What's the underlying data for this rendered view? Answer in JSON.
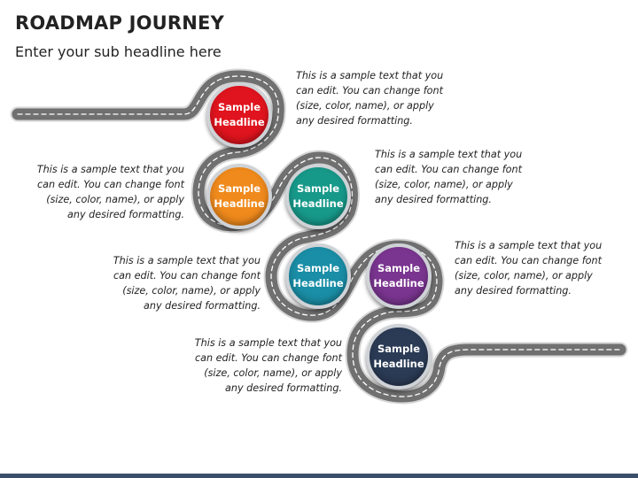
{
  "title": "ROADMAP JOURNEY",
  "subtitle": "Enter your sub headline here",
  "nodes": [
    {
      "label": "Sample Headline",
      "color": "#e0141e"
    },
    {
      "label": "Sample Headline",
      "color": "#f08a1c"
    },
    {
      "label": "Sample Headline",
      "color": "#17998a"
    },
    {
      "label": "Sample Headline",
      "color": "#1a8ea6"
    },
    {
      "label": "Sample Headline",
      "color": "#7a3590"
    },
    {
      "label": "Sample Headline",
      "color": "#2b3b55"
    }
  ],
  "texts": [
    "This is a sample text that you can edit. You can change font (size, color, name), or apply any desired formatting.",
    "This is a sample text that you can edit. You can change font (size, color, name), or apply any desired formatting.",
    "This is a sample text that you can edit. You can change font (size, color, name), or apply any desired formatting.",
    "This is a sample text that you can edit. You can change font (size, color, name), or apply any desired formatting.",
    "This is a sample text that you can edit. You can change font (size, color, name), or apply any desired formatting.",
    "This is a sample text that you can edit. You can change font (size, color, name), or apply any desired formatting."
  ],
  "colors": {
    "road": "#6e6e6e",
    "road_edge": "#d6d6d6",
    "road_dash": "#ffffff",
    "footer": "#3b4f6b"
  }
}
